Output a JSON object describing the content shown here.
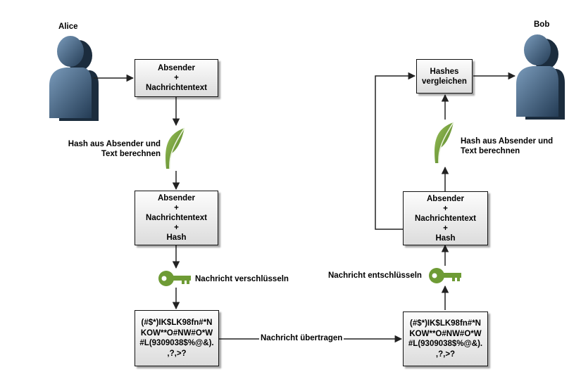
{
  "alice": {
    "name": "Alice"
  },
  "bob": {
    "name": "Bob"
  },
  "boxes": {
    "sender_msg": {
      "lines": [
        "Absender",
        "+",
        "Nachrichtentext"
      ]
    },
    "sender_msg_hash": {
      "lines": [
        "Absender",
        "+",
        "Nachrichtentext",
        "+",
        "Hash"
      ]
    },
    "cipher_left": {
      "lines": [
        "(#$*)IK$LK98fn#*N",
        "KOW**O#NW#O*W",
        "#L(9309038$%@&).",
        ",?,>?"
      ]
    },
    "cipher_right": {
      "lines": [
        "(#$*)IK$LK98fn#*N",
        "KOW**O#NW#O*W",
        "#L(9309038$%@&).",
        ",?,>?"
      ]
    },
    "receiver_msg_hash": {
      "lines": [
        "Absender",
        "+",
        "Nachrichtentext",
        "+",
        "Hash"
      ]
    },
    "compare": {
      "lines": [
        "Hashes",
        "vergleichen"
      ]
    }
  },
  "labels": {
    "hash_left": [
      "Hash aus Absender und",
      "Text berechnen"
    ],
    "hash_right": [
      "Hash aus Absender und",
      "Text berechnen"
    ],
    "encrypt": "Nachricht verschlüsseln",
    "decrypt": "Nachricht entschlüsseln",
    "transfer": "Nachricht übertragen"
  },
  "icons": {
    "person": "person-icon",
    "leaf": "leaf-icon",
    "key": "key-icon"
  },
  "colors": {
    "person": "#3a5a7a",
    "leaf": "#6e9b35",
    "key": "#6e9b35",
    "arrow": "#222222"
  }
}
